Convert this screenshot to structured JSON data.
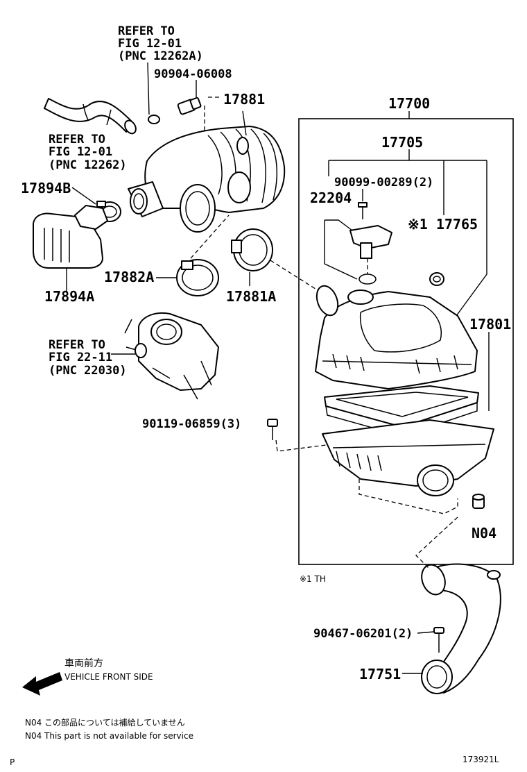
{
  "labels": {
    "refer_1201a": [
      "REFER TO",
      "FIG 12-01",
      "(PNC 12262A)"
    ],
    "p90904": "90904-06008",
    "p17881": "17881",
    "p17700": "17700",
    "refer_1201": [
      "REFER TO",
      "FIG 12-01",
      "(PNC 12262)"
    ],
    "p17705": "17705",
    "p17894b": "17894B",
    "p90099": "90099-00289(2)",
    "p22204": "22204",
    "p17765": "※1 17765",
    "p17882a": "17882A",
    "p17881a": "17881A",
    "p17894a": "17894A",
    "p17801": "17801",
    "refer_2211": [
      "REFER TO",
      "FIG 22-11",
      "(PNC 22030)"
    ],
    "p90119": "90119-06859(3)",
    "pn04": "N04",
    "note_th": "※1 TH",
    "p90467": "90467-06201(2)",
    "p17751": "17751"
  },
  "legend": {
    "front_jp": "車両前方",
    "front_en": "VEHICLE FRONT SIDE"
  },
  "notes": [
    "N04  この部品については補給していません",
    "N04  This part is not available for service"
  ],
  "footer": {
    "page_marker": "P",
    "figure_id": "173921L"
  }
}
